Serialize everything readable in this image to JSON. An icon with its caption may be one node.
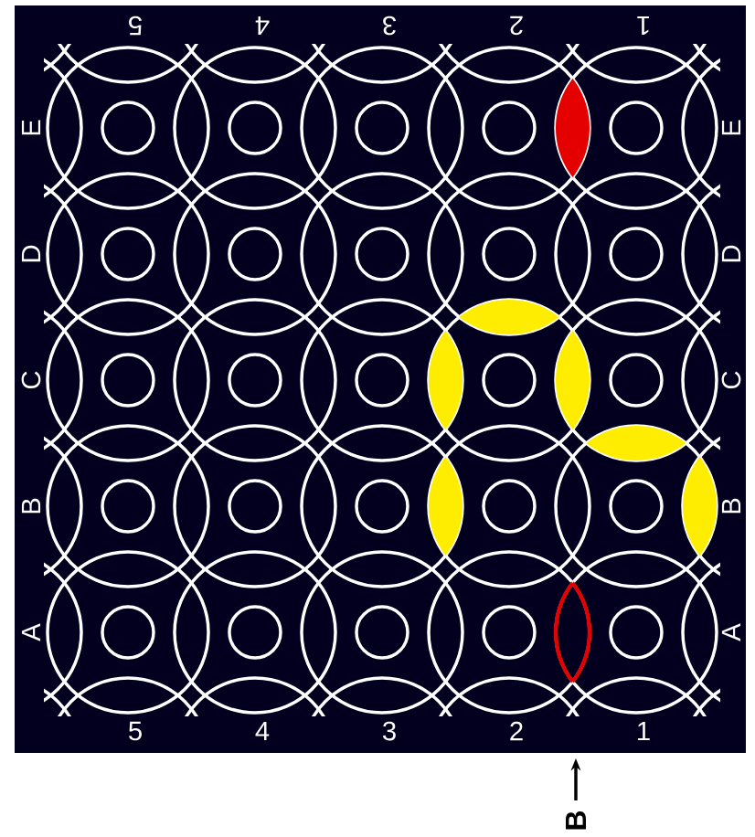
{
  "diagram": {
    "labels": [
      "5",
      "4",
      "3",
      "2",
      "1",
      "E",
      "E",
      "D",
      "D",
      "C",
      "C",
      "B",
      "B",
      "A",
      "A",
      "5",
      "4",
      "3",
      "2",
      "1",
      "B"
    ]
  }
}
